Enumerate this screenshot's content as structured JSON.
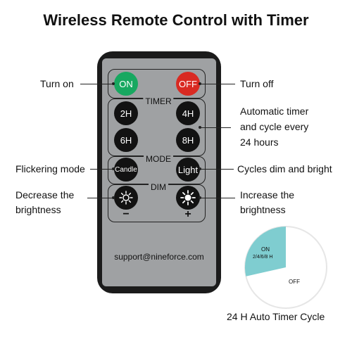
{
  "title": "Wireless Remote Control with Timer",
  "remote": {
    "on_label": "ON",
    "off_label": "OFF",
    "timer_label": "TIMER",
    "timer_buttons": [
      "2H",
      "4H",
      "6H",
      "8H"
    ],
    "mode_label": "MODE",
    "candle_label": "Candle",
    "light_label": "Light",
    "dim_label": "DIM",
    "minus_sign": "−",
    "plus_sign": "+",
    "support_email": "support@nineforce.com"
  },
  "callouts": {
    "turn_on": "Turn on",
    "turn_off": "Turn off",
    "timer_line1": "Automatic timer",
    "timer_line2": "and cycle every",
    "timer_line3": "24 hours",
    "flicker": "Flickering mode",
    "cycles": "Cycles dim and bright",
    "decrease_line1": "Decrease the",
    "decrease_line2": "brightness",
    "increase_line1": "Increase the",
    "increase_line2": "brightness"
  },
  "cycle": {
    "on_label": "ON",
    "hours_label": "2/4/6/8 H",
    "off_label": "OFF",
    "caption": "24 H Auto Timer Cycle",
    "on_color": "#7fcdd0"
  },
  "icons": {
    "dim_down": "sun-outline-icon",
    "dim_up": "sun-filled-icon"
  }
}
